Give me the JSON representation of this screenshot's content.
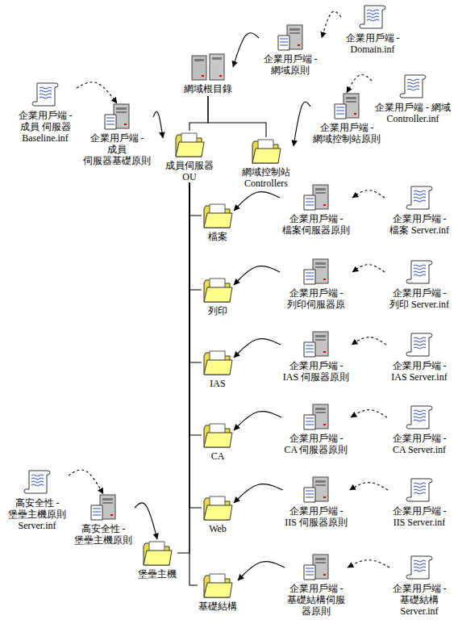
{
  "diagram": {
    "nodes": [
      {
        "text": [
          "網域根目錄"
        ]
      },
      {
        "text": [
          "企業用戶端 - 網域原則"
        ]
      },
      {
        "text": [
          "企業用戶端 - Domain.inf"
        ]
      },
      {
        "text": [
          "企業用戶端 - 成員 伺服器 Baseline.inf"
        ]
      },
      {
        "text": [
          "企業用戶端 - 成員 伺服器基礎原則"
        ]
      },
      {
        "text": [
          "成員伺服器 OU"
        ]
      },
      {
        "text": [
          "網域控制站 Controllers"
        ]
      },
      {
        "text": [
          "企業用戶端 - 網域控制站原則"
        ]
      },
      {
        "text": [
          "企業用戶端 - 網域 Controller.inf"
        ]
      },
      {
        "text": [
          "檔案"
        ]
      },
      {
        "text": [
          "企業用戶端 - 檔案伺服器原則"
        ]
      },
      {
        "text": [
          "企業用戶端 - 檔案 Server.inf"
        ]
      },
      {
        "text": [
          "列印"
        ]
      },
      {
        "text": [
          "企業用戶端 - 列印伺服器原"
        ]
      },
      {
        "text": [
          "企業用戶端 - 列印 Server.inf"
        ]
      },
      {
        "text": [
          "IAS"
        ]
      },
      {
        "text": [
          "企業用戶端 - IAS 伺服器原則"
        ]
      },
      {
        "text": [
          "企業用戶端 - IAS Server.inf"
        ]
      },
      {
        "text": [
          "CA"
        ]
      },
      {
        "text": [
          "企業用戶端 - CA 伺服器原則"
        ]
      },
      {
        "text": [
          "企業用戶端 - CA Server.inf"
        ]
      },
      {
        "text": [
          "Web"
        ]
      },
      {
        "text": [
          "企業用戶端 - IIS 伺服器原則"
        ]
      },
      {
        "text": [
          "企業用戶端 - IIS Server.inf"
        ]
      },
      {
        "text": [
          "高安全性 - 堡壘主機原則 Server.inf"
        ]
      },
      {
        "text": [
          "高安全性 - 堡壘主機原則"
        ]
      },
      {
        "text": [
          "堡壘主機"
        ]
      },
      {
        "text": [
          "基礎結構"
        ]
      },
      {
        "text": [
          "企業用戶端 - 基礎結構伺服器原則"
        ]
      },
      {
        "text": [
          "企業用戶端 - 基礎結構 Server.inf"
        ]
      }
    ],
    "edges": [
      {
        "from": 2,
        "to": 1,
        "arrow": "to"
      },
      {
        "from": 1,
        "to": 0,
        "arrow": "to"
      },
      {
        "from": 3,
        "to": 4,
        "arrow": "to"
      },
      {
        "from": 4,
        "to": 5,
        "arrow": "to"
      },
      {
        "from": 0,
        "to": 5,
        "arrow": "none"
      },
      {
        "from": 0,
        "to": 6,
        "arrow": "none"
      },
      {
        "from": 8,
        "to": 7,
        "arrow": "to"
      },
      {
        "from": 7,
        "to": 6,
        "arrow": "to"
      },
      {
        "from": 5,
        "to": 9,
        "arrow": "none"
      },
      {
        "from": 11,
        "to": 10,
        "arrow": "to"
      },
      {
        "from": 10,
        "to": 9,
        "arrow": "to"
      },
      {
        "from": 5,
        "to": 12,
        "arrow": "none"
      },
      {
        "from": 14,
        "to": 13,
        "arrow": "to"
      },
      {
        "from": 13,
        "to": 12,
        "arrow": "to"
      },
      {
        "from": 5,
        "to": 15,
        "arrow": "none"
      },
      {
        "from": 17,
        "to": 16,
        "arrow": "to"
      },
      {
        "from": 16,
        "to": 15,
        "arrow": "to"
      },
      {
        "from": 5,
        "to": 18,
        "arrow": "none"
      },
      {
        "from": 20,
        "to": 19,
        "arrow": "to"
      },
      {
        "from": 19,
        "to": 18,
        "arrow": "to"
      },
      {
        "from": 5,
        "to": 21,
        "arrow": "none"
      },
      {
        "from": 23,
        "to": 22,
        "arrow": "to"
      },
      {
        "from": 22,
        "to": 21,
        "arrow": "to"
      },
      {
        "from": 5,
        "to": 26,
        "arrow": "none"
      },
      {
        "from": 24,
        "to": 25,
        "arrow": "to"
      },
      {
        "from": 25,
        "to": 26,
        "arrow": "to"
      },
      {
        "from": 5,
        "to": 27,
        "arrow": "none"
      },
      {
        "from": 29,
        "to": 28,
        "arrow": "to"
      },
      {
        "from": 28,
        "to": 27,
        "arrow": "to"
      }
    ]
  }
}
